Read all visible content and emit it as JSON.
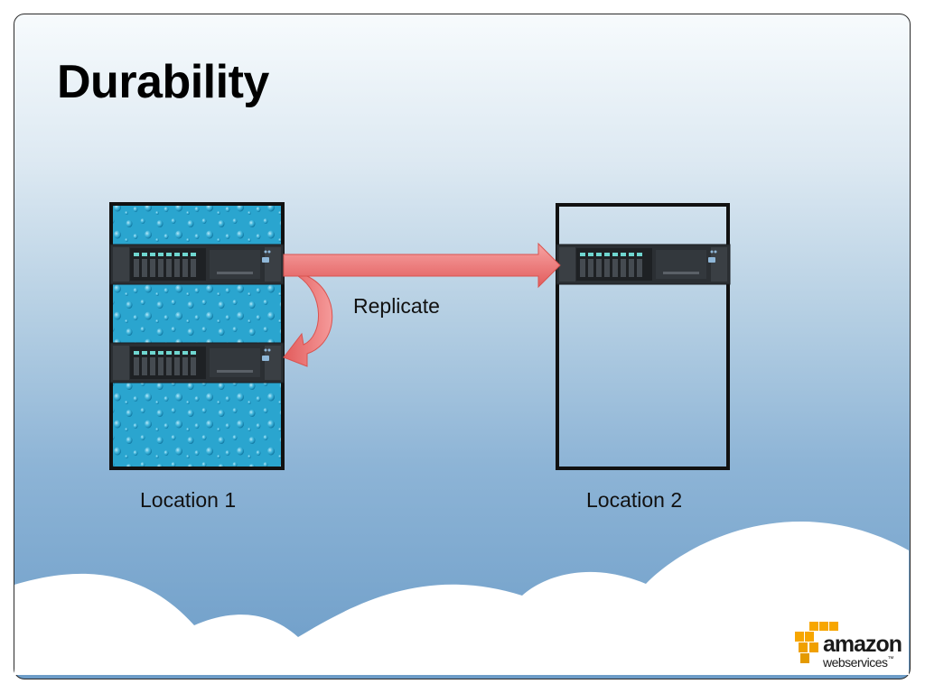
{
  "slide": {
    "title": "Durability",
    "replicate_label": "Replicate",
    "location_1_label": "Location 1",
    "location_2_label": "Location 2"
  },
  "logo": {
    "brand": "amazon",
    "sub": "webservices",
    "trademark": "™"
  },
  "colors": {
    "arrow": "#ec6b6b",
    "rack_water": "#2ba6d0",
    "server_body": "#2b2f33",
    "drive_led": "#6fd6d0",
    "logo_orange": "#f7a600"
  },
  "icons": [
    "server-icon",
    "water-texture",
    "replicate-arrow",
    "local-copy-arrow",
    "aws-cubes-icon"
  ]
}
